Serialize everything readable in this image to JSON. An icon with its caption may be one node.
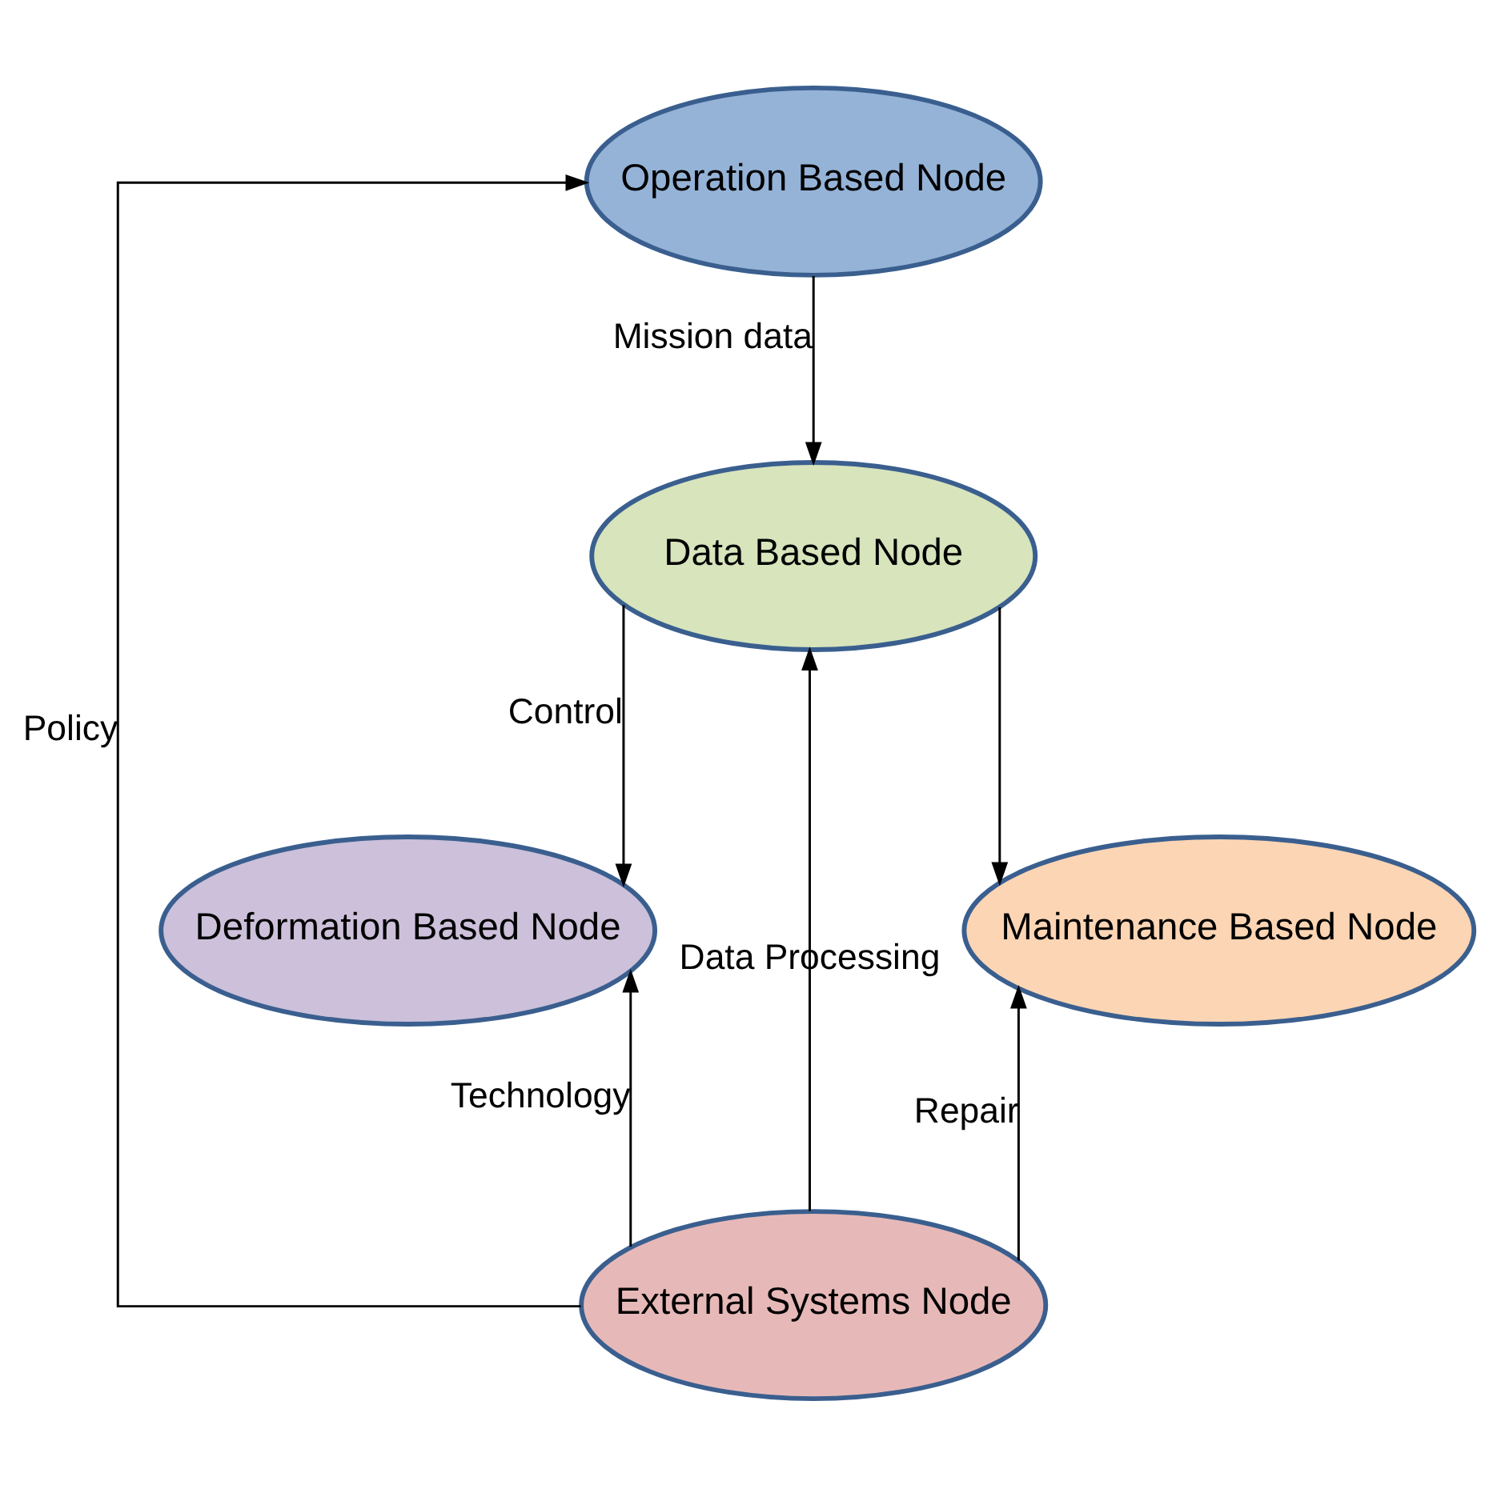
{
  "diagram": {
    "nodes": [
      {
        "text": [
          "Operation Based Node"
        ]
      },
      {
        "text": [
          "Data Based Node"
        ]
      },
      {
        "text": [
          "Deformation Based Node"
        ]
      },
      {
        "text": [
          "Maintenance Based Node"
        ]
      },
      {
        "text": [
          "External Systems Node"
        ]
      }
    ],
    "edges": [
      {
        "from": 0,
        "to": 1,
        "arrow": "to",
        "label": "Mission data"
      },
      {
        "from": 1,
        "to": 2,
        "arrow": "to",
        "label": "Control"
      },
      {
        "from": 1,
        "to": 3,
        "arrow": "to"
      },
      {
        "from": 4,
        "to": 2,
        "arrow": "to",
        "label": "Technology"
      },
      {
        "from": 4,
        "to": 1,
        "arrow": "to",
        "label": "Data Processing"
      },
      {
        "from": 4,
        "to": 3,
        "arrow": "to",
        "label": "Repair"
      },
      {
        "from": 4,
        "to": 0,
        "arrow": "to",
        "label": "Policy"
      }
    ]
  }
}
